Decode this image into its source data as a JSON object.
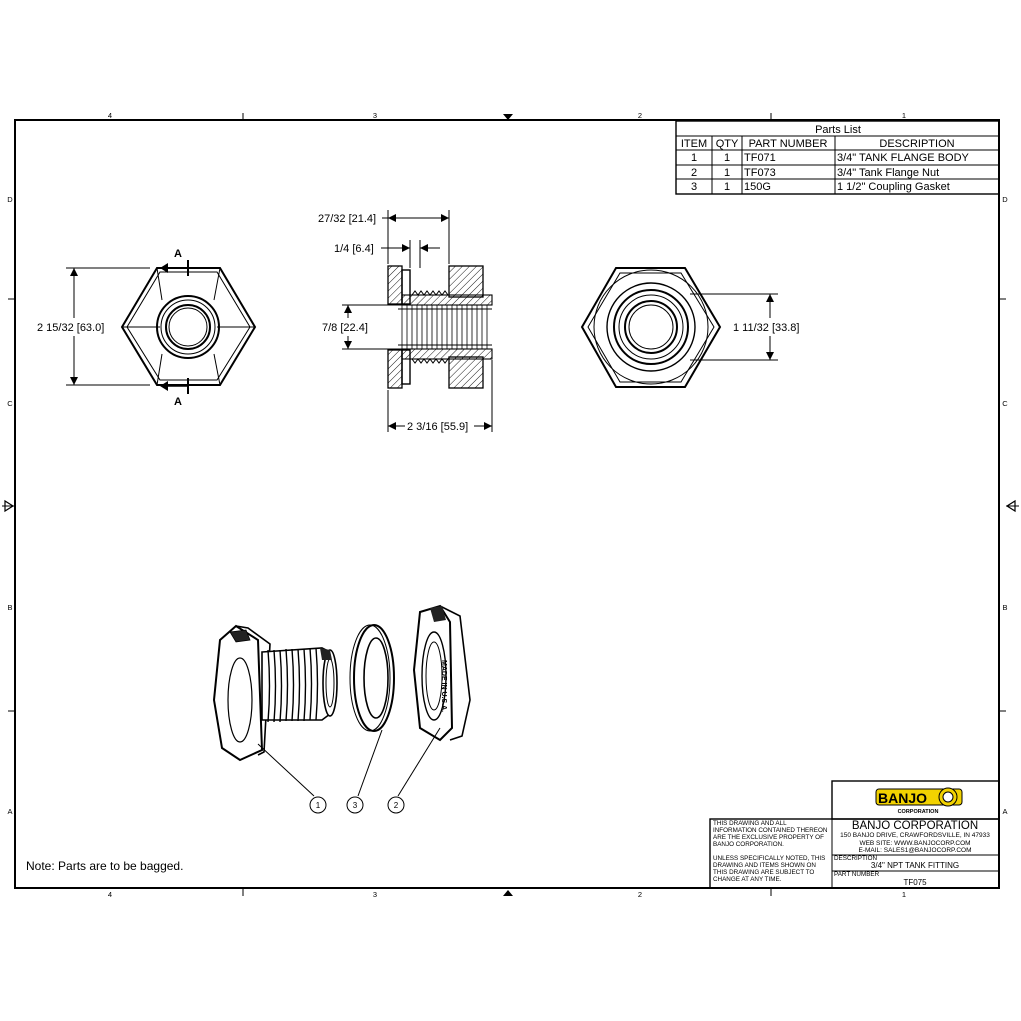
{
  "border": {
    "zones_top": [
      "4",
      "3",
      "2",
      "1"
    ],
    "zones_bottom": [
      "4",
      "3",
      "2",
      "1"
    ],
    "zones_left": [
      "D",
      "C",
      "B",
      "A"
    ],
    "zones_right": [
      "D",
      "C",
      "B",
      "A"
    ]
  },
  "parts_list": {
    "title": "Parts List",
    "headers": [
      "ITEM",
      "QTY",
      "PART NUMBER",
      "DESCRIPTION"
    ],
    "rows": [
      [
        "1",
        "1",
        "TF071",
        "3/4\" TANK FLANGE BODY"
      ],
      [
        "2",
        "1",
        "TF073",
        "3/4\" Tank Flange Nut"
      ],
      [
        "3",
        "1",
        "150G",
        "1 1/2\" Coupling Gasket"
      ]
    ]
  },
  "front_view": {
    "section_label_top": "A",
    "section_label_bottom": "A",
    "height_dim": "2 15/32 [63.0]"
  },
  "section_view": {
    "flange_dim": "27/32 [21.4]",
    "lip_dim": "1/4 [6.4]",
    "bore_dim": "7/8 [22.4]",
    "length_dim": "2 3/16 [55.9]"
  },
  "rear_view": {
    "nut_dim": "1 11/32 [33.8]"
  },
  "balloons": [
    "1",
    "3",
    "2"
  ],
  "note": "Note: Parts are to be bagged.",
  "title_block": {
    "logo_text": "BANJO",
    "logo_sub": "CORPORATION",
    "company": "BANJO CORPORATION",
    "address": "150 BANJO DRIVE, CRAWFORDSVILLE, IN 47933",
    "website": "WEB SITE: WWW.BANJOCORP.COM",
    "email": "E-MAIL: SALES1@BANJOCORP.COM",
    "disclaimer_1": [
      "THIS DRAWING AND ALL",
      "INFORMATION CONTAINED THEREON",
      "ARE THE EXCLUSIVE PROPERTY OF",
      "BANJO CORPORATION."
    ],
    "disclaimer_2": [
      "UNLESS SPECIFICALLY NOTED, THIS",
      "DRAWING AND ITEMS SHOWN ON",
      "THIS DRAWING ARE SUBJECT TO",
      "CHANGE AT ANY TIME."
    ],
    "description_label": "DESCRIPTION",
    "description": "3/4\" NPT TANK FITTING",
    "part_number_label": "PART NUMBER",
    "part_number": "TF075"
  },
  "colors": {
    "logo_yellow": "#f2d200",
    "line": "#000000"
  }
}
